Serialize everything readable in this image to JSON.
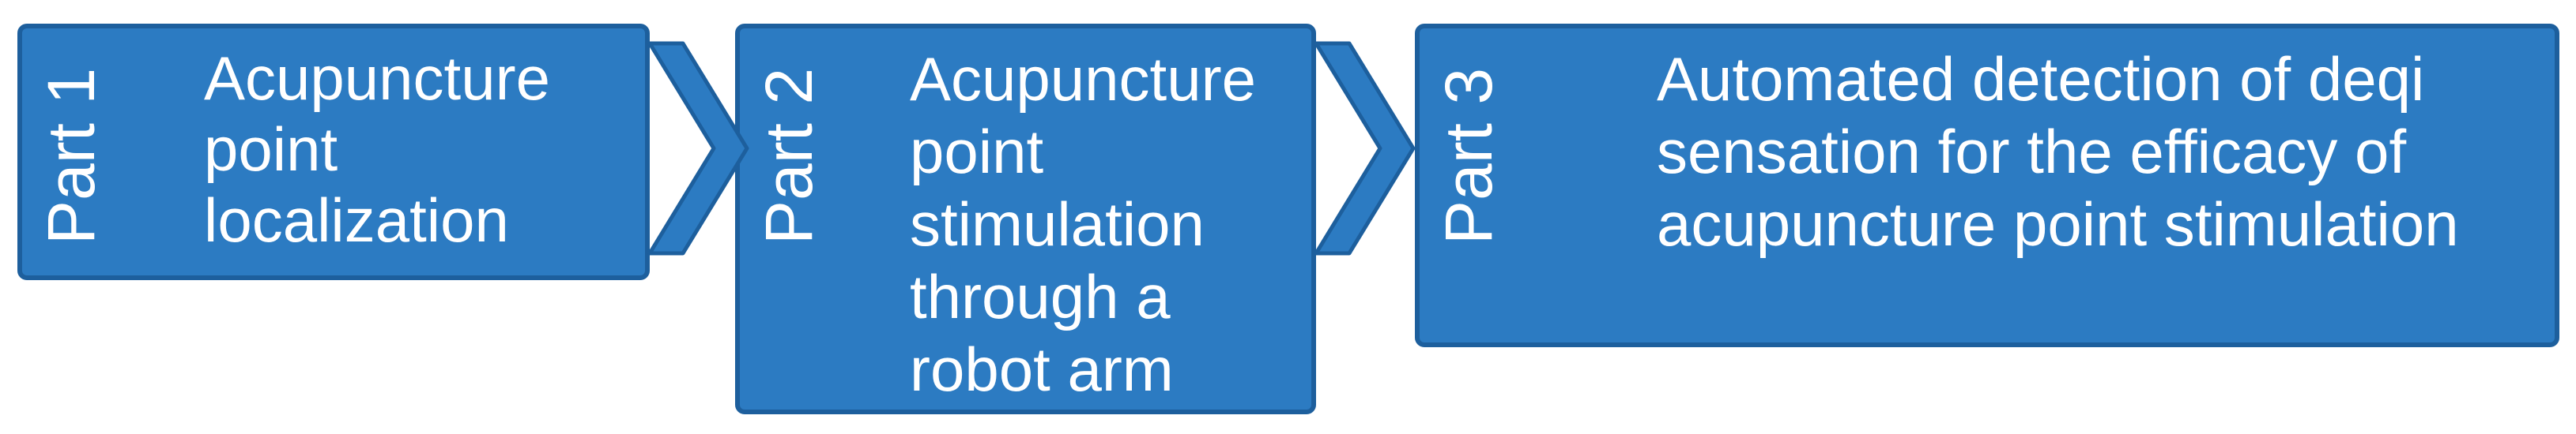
{
  "colors": {
    "box_fill": "#2c7bc2",
    "box_border": "#1d5f9d",
    "text": "#ffffff",
    "chevron_fill": "#ffffff"
  },
  "steps": [
    {
      "label": "Part 1",
      "description": "Acupuncture\npoint\nlocalization"
    },
    {
      "label": "Part 2",
      "description": "Acupuncture\npoint\nstimulation\nthrough a\nrobot arm"
    },
    {
      "label": "Part 3",
      "description": "Automated detection of deqi\nsensation for the efficacy of\nacupuncture point stimulation"
    }
  ],
  "connectors": [
    {
      "icon": "chevron-right-icon"
    },
    {
      "icon": "chevron-right-icon"
    }
  ]
}
